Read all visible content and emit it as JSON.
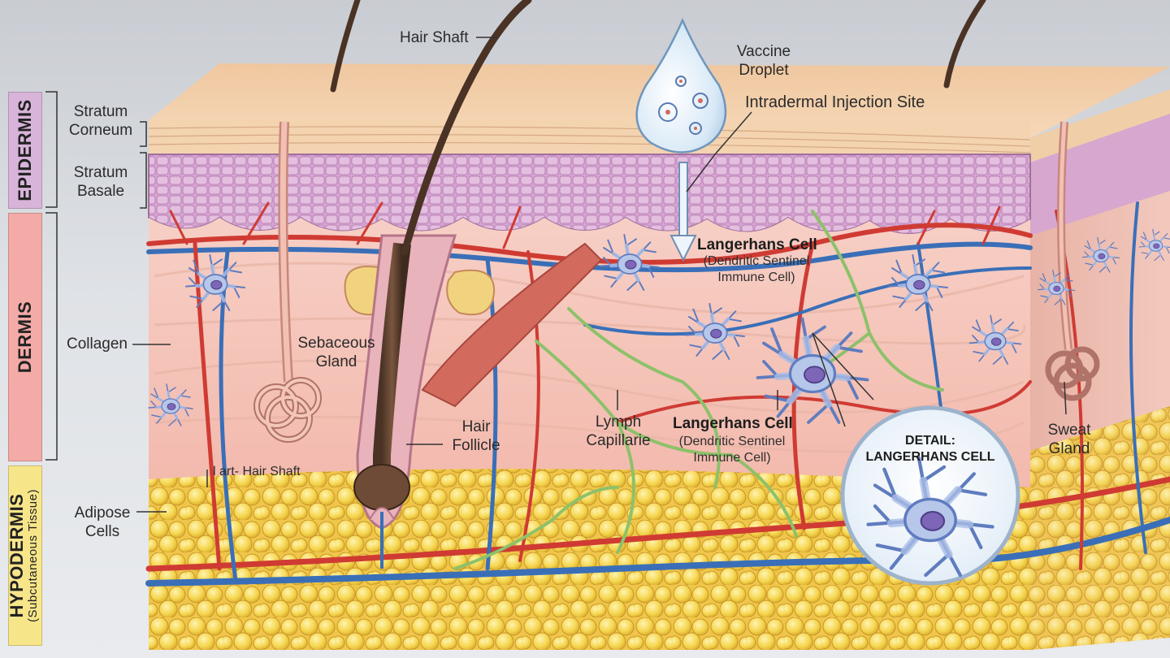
{
  "layers": {
    "epidermis": "EPIDERMIS",
    "dermis": "DERMIS",
    "hypodermis": "HYPODERMIS",
    "hypodermis_sub": "(Subcutaneous Tissue)"
  },
  "labels": {
    "hair_shaft": "Hair Shaft",
    "vaccine_droplet": "Vaccine\nDroplet",
    "injection_site": "Intradermal Injection Site",
    "stratum_corneum": "Stratum\nCorneum",
    "stratum_basale": "Stratum\nBasale",
    "collagen": "Collagen",
    "sebaceous_gland": "Sebaceous\nGland",
    "hair_follicle": "Hair\nFollicle",
    "hair_shaft_lower": "l art- Hair Shaft",
    "adipose_cells": "Adipose\nCells",
    "lymph_capillarie": "Lymph\nCapillarie",
    "langerhans_cell_top": "Langerhans Cell",
    "langerhans_cell_top_sub": "(Dendritic Sentinel\nImmune Cell)",
    "langerhans_cell_mid": "Langerhans Cell",
    "langerhans_cell_mid_sub": "(Dendritic Sentinel\nImmune Cell)",
    "detail_title": "DETAIL:\nLANGERHANS CELL",
    "sweat_gland": "Sweat\nGland"
  },
  "colors": {
    "epidermis_band": "#d9b4da",
    "dermis_band": "#f4aaa7",
    "hypodermis_band": "#f7e58a",
    "artery": "#cf3b33",
    "vein": "#3a6fb8",
    "lymph": "#8dc16a",
    "fat": "#f4d24e",
    "langerhans": "#9fb6e2"
  },
  "icons": [
    "vaccine-droplet-icon",
    "langerhans-cell-icon",
    "hair-follicle-icon",
    "sweat-gland-icon",
    "fat-cell-icon"
  ]
}
